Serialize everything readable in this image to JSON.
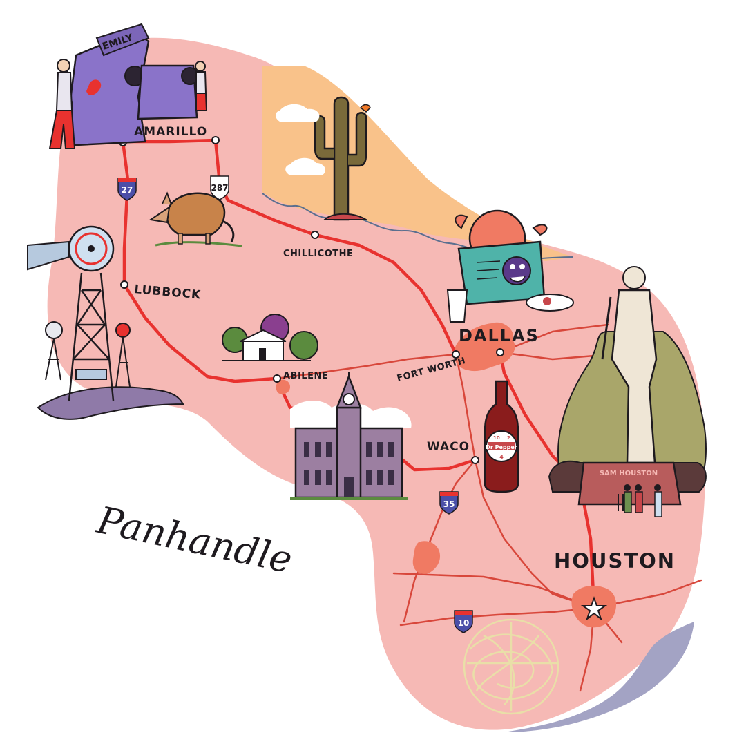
{
  "map": {
    "region_label": "Panhandle",
    "cities": {
      "amarillo": "AMARILLO",
      "lubbock": "LUBBOCK",
      "chillicothe": "CHILLICOTHE",
      "abilene": "ABILENE",
      "fort_worth": "FORT WORTH",
      "dallas": "DALLAS",
      "waco": "WACO",
      "houston": "HOUSTON"
    },
    "highways": {
      "i27": "27",
      "us287": "287",
      "i35": "35",
      "i10": "10"
    },
    "landmarks": {
      "statue_plaque": "SAM HOUSTON",
      "soda_brand": "Dr Pepper",
      "soda_numbers": [
        "10",
        "2",
        "4"
      ],
      "graffiti_tag": "EMILY"
    },
    "colors": {
      "land": "#f6b9b5",
      "road": "#e8322f",
      "city": "#f07a63",
      "water": "#a3a3c4",
      "desert": "#f9c28a",
      "outline": "#1e1a1f"
    }
  }
}
